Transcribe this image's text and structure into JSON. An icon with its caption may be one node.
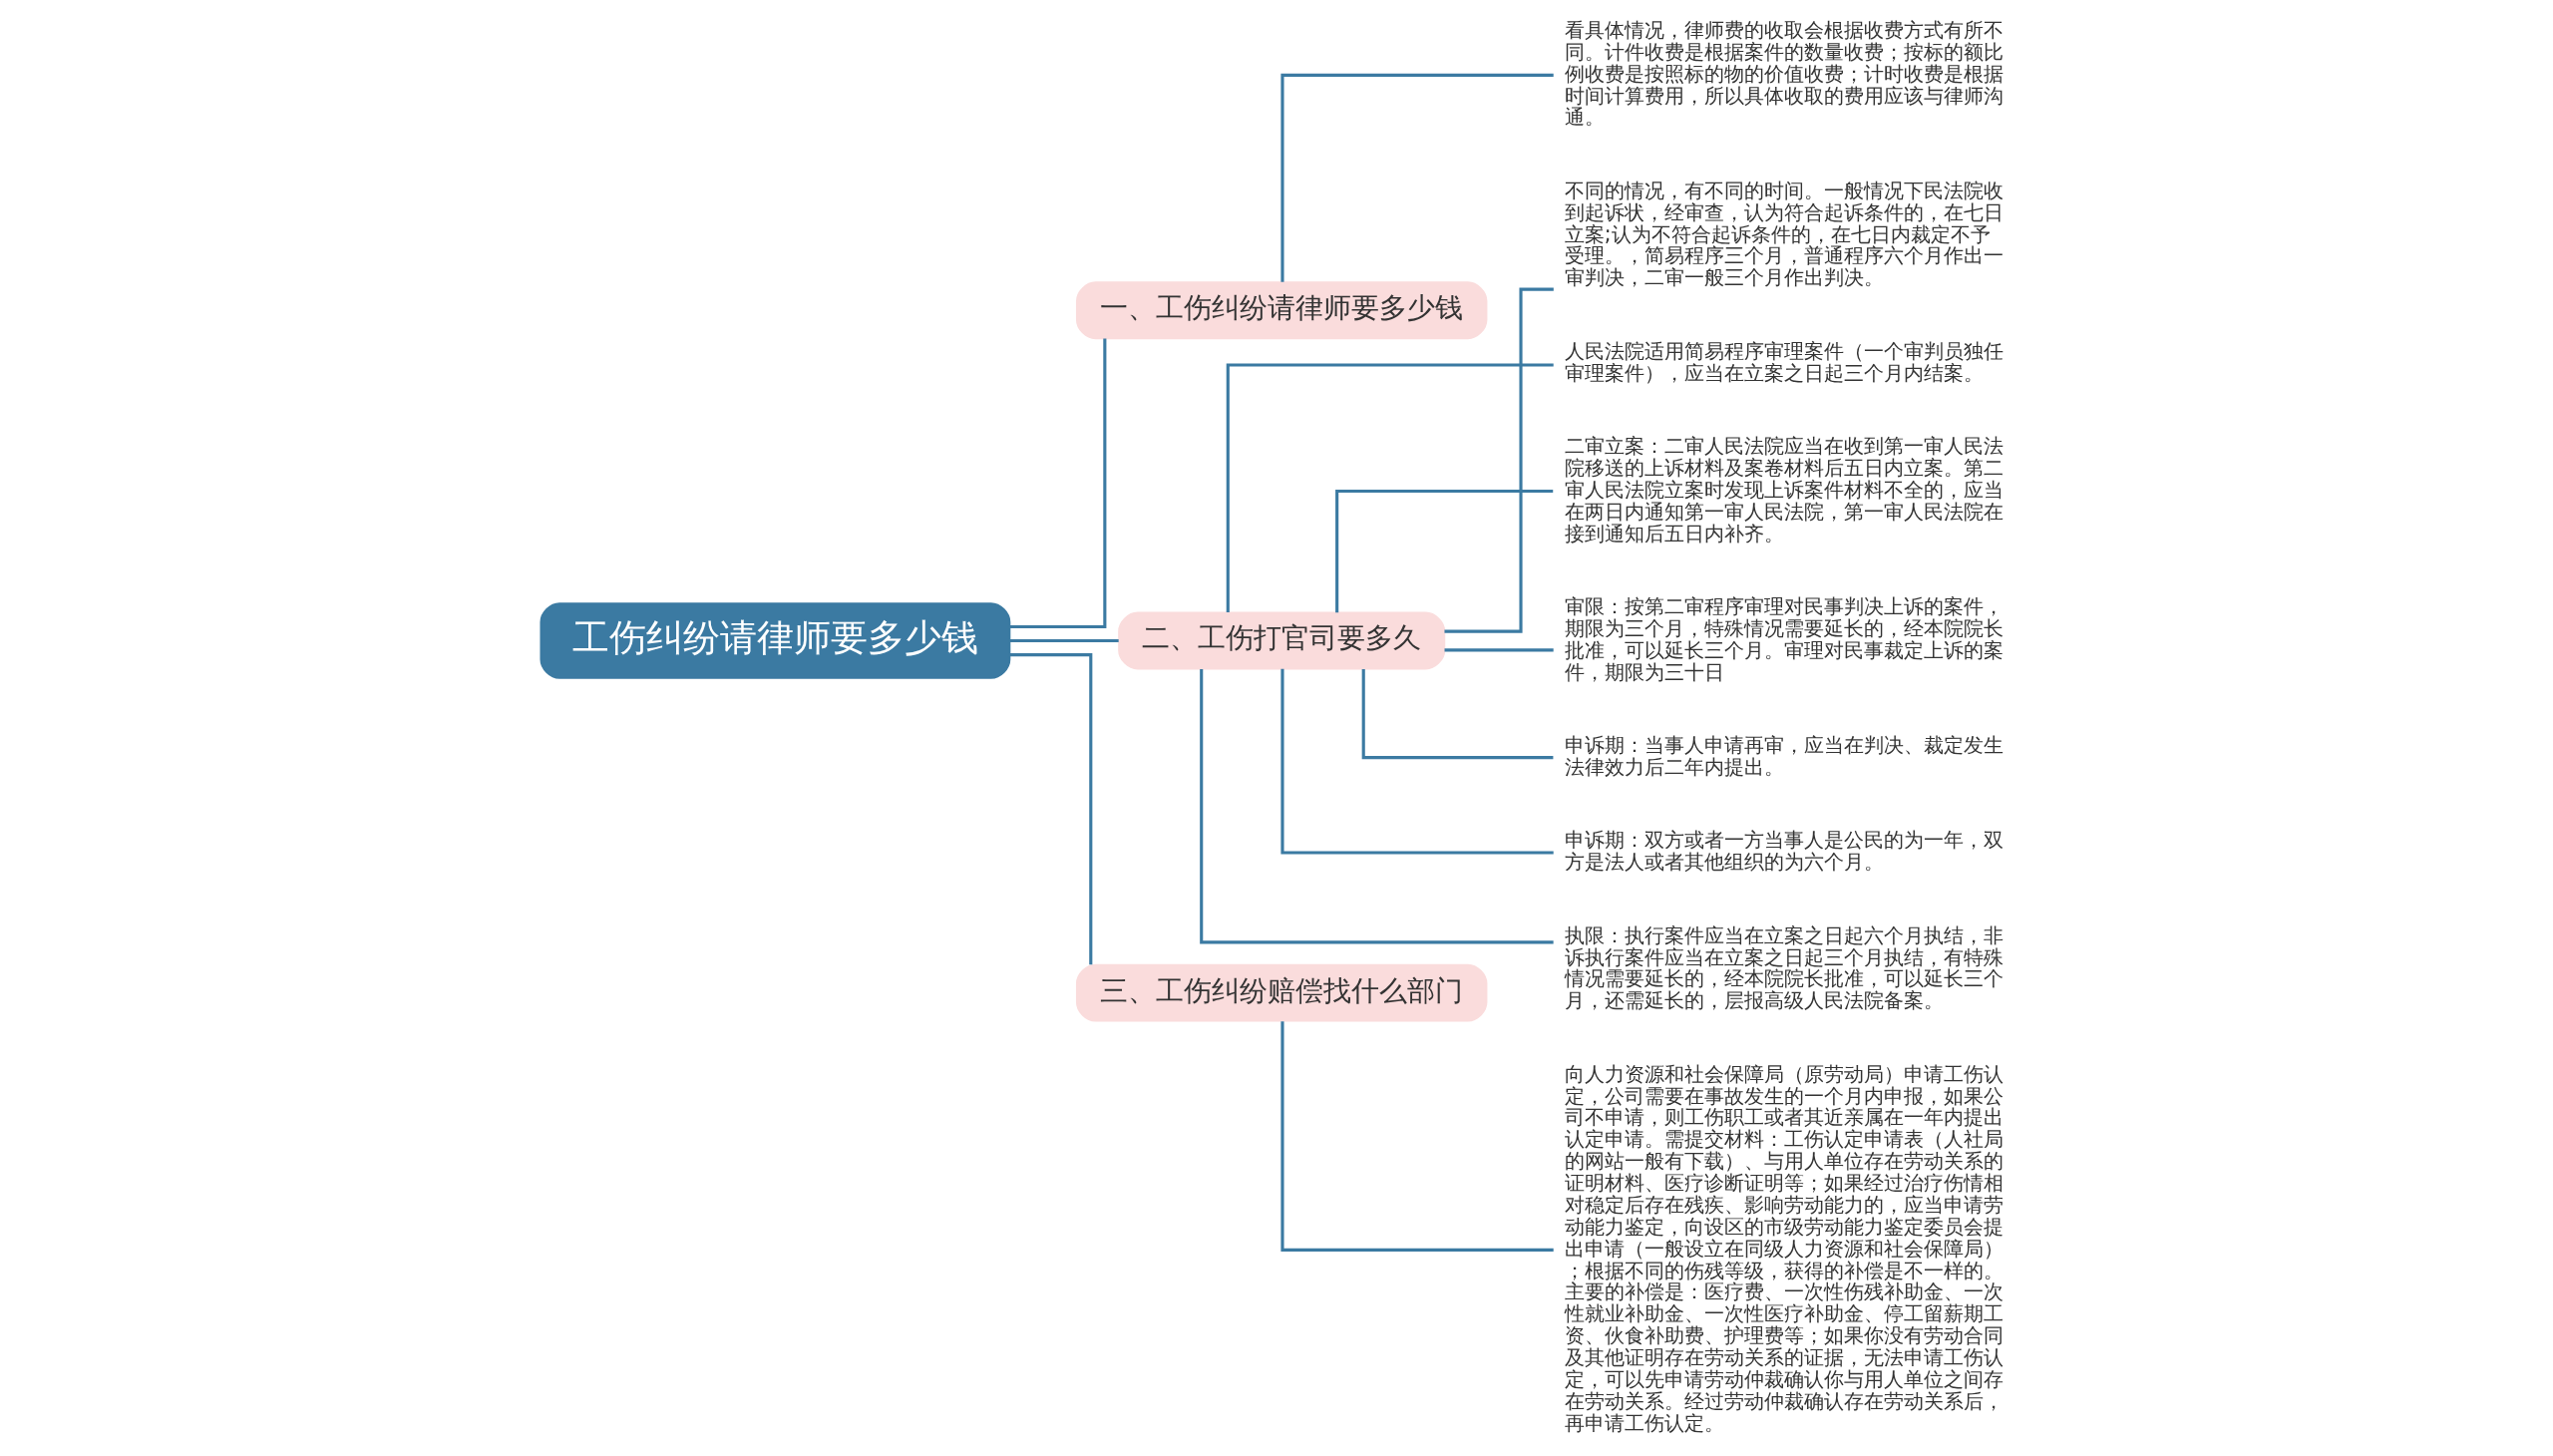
{
  "diagram": {
    "nodes": [
      {
        "text": [
          "工伤纠纷请律师要多少钱"
        ]
      },
      {
        "text": [
          "一、工伤纠纷请律师要多少钱"
        ]
      },
      {
        "text": [
          "看具体情况，律师费的收取会根据收费方式有所不同。计件收费是根据案件的数量收费；按标的额比例收费是按照标的物的价值收费；计时收费是根据时间计算费用，所以具体收取的费用应该与律师沟通。"
        ]
      },
      {
        "text": [
          "二、工伤打官司要多久"
        ]
      },
      {
        "text": [
          "不同的情况，有不同的时间。一般情况下民法院收到起诉状，经审查，认为符合起诉条件的，在七日立案;认为不符合起诉条件的，在七日内裁定不予受理。，简易程序三个月，普通程序六个月作出一审判决，二审一般三个月作出判决。"
        ]
      },
      {
        "text": [
          "人民法院适用简易程序审理案件（一个审判员独任审理案件），应当在立案之日起三个月内结案。"
        ]
      },
      {
        "text": [
          "二审立案：二审人民法院应当在收到第一审人民法院移送的上诉材料及案卷材料后五日内立案。第二审人民法院立案时发现上诉案件材料不全的，应当在两日内通知第一审人民法院，第一审人民法院在接到通知后五日内补齐。"
        ]
      },
      {
        "text": [
          "审限：按第二审程序审理对民事判决上诉的案件，期限为三个月，特殊情况需要延长的，经本院院长批准，可以延长三个月。审理对民事裁定上诉的案件，期限为三十日"
        ]
      },
      {
        "text": [
          "申诉期：当事人申请再审，应当在判决、裁定发生法律效力后二年内提出。"
        ]
      },
      {
        "text": [
          "申诉期：双方或者一方当事人是公民的为一年，双方是法人或者其他组织的为六个月。"
        ]
      },
      {
        "text": [
          "执限：执行案件应当在立案之日起六个月执结，非诉执行案件应当在立案之日起三个月执结，有特殊情况需要延长的，经本院院长批准，可以延长三个月，还需延长的，层报高级人民法院备案。"
        ]
      },
      {
        "text": [
          "三、工伤纠纷赔偿找什么部门"
        ]
      },
      {
        "text": [
          "向人力资源和社会保障局（原劳动局）申请工伤认定，公司需要在事故发生的一个月内申报，如果公司不申请，则工伤职工或者其近亲属在一年内提出认定申请。需提交材料：工伤认定申请表（人社局的网站一般有下载）、与用人单位存在劳动关系的证明材料、医疗诊断证明等；如果经过治疗伤情相对稳定后存在残疾、影响劳动能力的，应当申请劳动能力鉴定，向设区的市级劳动能力鉴定委员会提出申请（一般设立在同级人力资源和社会保障局）；根据不同的伤残等级，获得的补偿是不一样的。主要的补偿是：医疗费、一次性伤残补助金、一次性就业补助金、一次性医疗补助金、停工留薪期工资、伙食补助费、护理费等；如果你没有劳动合同及其他证明存在劳动关系的证据，无法申请工伤认定，可以先申请劳动仲裁确认你与用人单位之间存在劳动关系。经过劳动仲裁确认存在劳动关系后，再申请工伤认定。"
        ]
      }
    ],
    "edges": [
      {
        "from": 0,
        "to": 1,
        "arrow": "none"
      },
      {
        "from": 1,
        "to": 2,
        "arrow": "none"
      },
      {
        "from": 0,
        "to": 3,
        "arrow": "none"
      },
      {
        "from": 3,
        "to": 4,
        "arrow": "none"
      },
      {
        "from": 3,
        "to": 5,
        "arrow": "none"
      },
      {
        "from": 3,
        "to": 6,
        "arrow": "none"
      },
      {
        "from": 3,
        "to": 7,
        "arrow": "none"
      },
      {
        "from": 3,
        "to": 8,
        "arrow": "none"
      },
      {
        "from": 3,
        "to": 9,
        "arrow": "none"
      },
      {
        "from": 3,
        "to": 10,
        "arrow": "none"
      },
      {
        "from": 0,
        "to": 11,
        "arrow": "none"
      },
      {
        "from": 11,
        "to": 12,
        "arrow": "none"
      }
    ]
  }
}
